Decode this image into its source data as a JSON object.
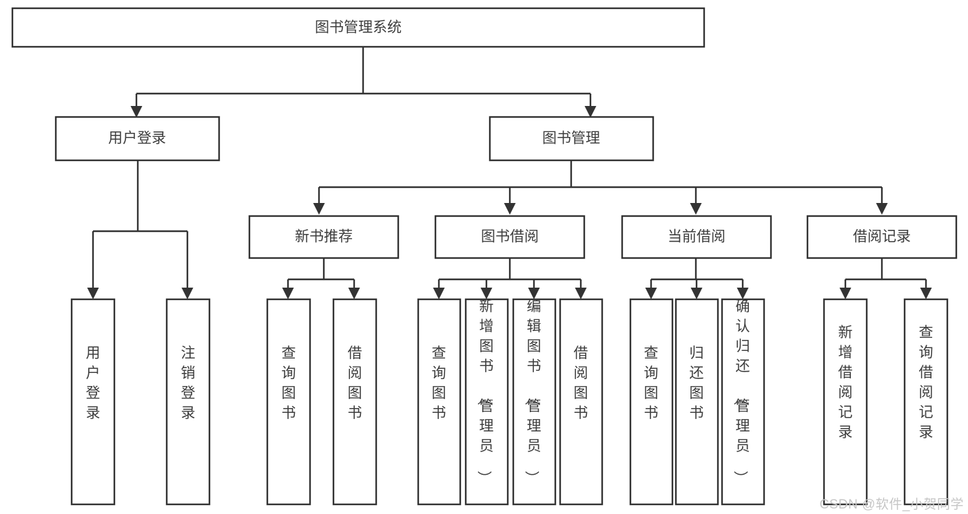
{
  "diagram": {
    "title": "图书管理系统",
    "type": "tree-hierarchy-chart",
    "watermark": "CSDN @软件_小贺同学",
    "colors": {
      "box_stroke": "#333333",
      "box_fill": "#ffffff",
      "text": "#3d3d3d",
      "connector": "#333333",
      "watermark": "#c6c6c6",
      "background": "#ffffff"
    },
    "root": {
      "label": "图书管理系统",
      "orientation": "horizontal"
    },
    "level2": [
      {
        "id": "user-login",
        "label": "用户登录",
        "orientation": "horizontal"
      },
      {
        "id": "book-manage",
        "label": "图书管理",
        "orientation": "horizontal"
      }
    ],
    "level3": [
      {
        "id": "new-book-recommend",
        "label": "新书推荐",
        "parent": "book-manage",
        "orientation": "horizontal"
      },
      {
        "id": "book-borrow",
        "label": "图书借阅",
        "parent": "book-manage",
        "orientation": "horizontal"
      },
      {
        "id": "current-borrow",
        "label": "当前借阅",
        "parent": "book-manage",
        "orientation": "horizontal"
      },
      {
        "id": "borrow-record",
        "label": "借阅记录",
        "parent": "book-manage",
        "orientation": "horizontal"
      }
    ],
    "leaves": [
      {
        "id": "leaf-user-login",
        "label": "用户登录",
        "parent": "user-login",
        "orientation": "vertical"
      },
      {
        "id": "leaf-user-logout",
        "label": "注销登录",
        "parent": "user-login",
        "orientation": "vertical"
      },
      {
        "id": "leaf-query-book-1",
        "label": "查询图书",
        "parent": "new-book-recommend",
        "orientation": "vertical"
      },
      {
        "id": "leaf-borrow-book-1",
        "label": "借阅图书",
        "parent": "new-book-recommend",
        "orientation": "vertical"
      },
      {
        "id": "leaf-query-book-2",
        "label": "查询图书",
        "parent": "book-borrow",
        "orientation": "vertical"
      },
      {
        "id": "leaf-add-book",
        "label": "新增图书（管理员）",
        "parent": "book-borrow",
        "orientation": "vertical"
      },
      {
        "id": "leaf-edit-book",
        "label": "编辑图书（管理员）",
        "parent": "book-borrow",
        "orientation": "vertical"
      },
      {
        "id": "leaf-borrow-book-2",
        "label": "借阅图书",
        "parent": "book-borrow",
        "orientation": "vertical"
      },
      {
        "id": "leaf-query-book-3",
        "label": "查询图书",
        "parent": "current-borrow",
        "orientation": "vertical"
      },
      {
        "id": "leaf-return-book",
        "label": "归还图书",
        "parent": "current-borrow",
        "orientation": "vertical"
      },
      {
        "id": "leaf-confirm-return",
        "label": "确认归还（管理员）",
        "parent": "current-borrow",
        "orientation": "vertical"
      },
      {
        "id": "leaf-add-record",
        "label": "新增借阅记录",
        "parent": "borrow-record",
        "orientation": "vertical"
      },
      {
        "id": "leaf-query-record",
        "label": "查询借阅记录",
        "parent": "borrow-record",
        "orientation": "vertical"
      }
    ]
  }
}
